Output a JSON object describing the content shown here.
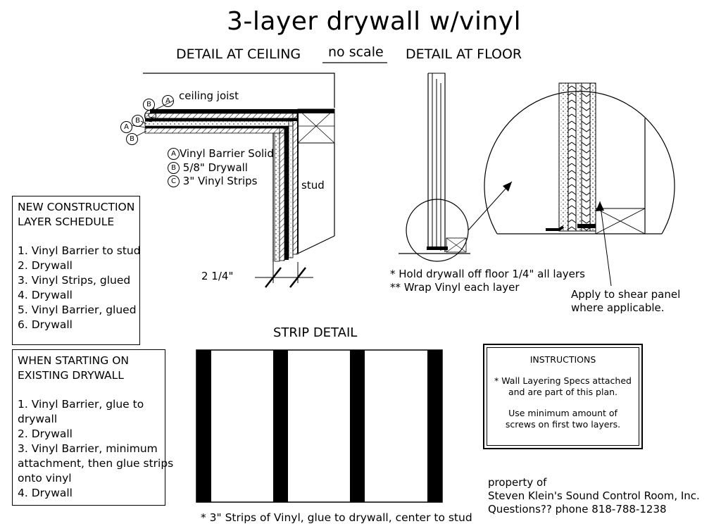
{
  "title": "3-layer drywall w/vinyl",
  "ceiling_heading": "DETAIL AT CEILING",
  "scale_note": "no scale",
  "floor_heading": "DETAIL AT FLOOR",
  "ceiling": {
    "joist_label": "ceiling joist",
    "stud_label": "stud",
    "dimension": "2 1/4\"",
    "markers": [
      "A",
      "B",
      "C",
      "A",
      "B",
      "B"
    ],
    "legend": [
      {
        "key": "A",
        "text": "Vinyl Barrier Solid"
      },
      {
        "key": "B",
        "text": "5/8\" Drywall"
      },
      {
        "key": "C",
        "text": "3\" Vinyl Strips"
      }
    ]
  },
  "floor": {
    "note1": "* Hold drywall off floor 1/4\" all layers",
    "note2": "** Wrap Vinyl each layer",
    "shear_note": [
      "Apply to shear panel",
      "where applicable."
    ]
  },
  "new_construction": {
    "heading": [
      "NEW CONSTRUCTION",
      "LAYER SCHEDULE"
    ],
    "items": [
      "1. Vinyl Barrier to stud",
      "2. Drywall",
      "3. Vinyl Strips, glued",
      "4. Drywall",
      "5. Vinyl Barrier, glued",
      "6. Drywall"
    ]
  },
  "existing": {
    "heading": [
      "WHEN STARTING ON",
      "EXISTING DRYWALL"
    ],
    "items": [
      "1. Vinyl Barrier, glue to",
      "drywall",
      "2. Drywall",
      "3. Vinyl Barrier, minimum",
      "attachment, then glue strips",
      "onto vinyl",
      "4. Drywall"
    ]
  },
  "strip": {
    "heading": "STRIP DETAIL",
    "note": "* 3\" Strips of Vinyl, glue to drywall, center to stud"
  },
  "instructions": {
    "heading": "INSTRUCTIONS",
    "lines": [
      "* Wall Layering Specs attached",
      "and are part of this plan.",
      "",
      "Use minimum amount of",
      "screws on first two layers."
    ]
  },
  "owner": {
    "lines": [
      "property of",
      "Steven Klein's Sound Control Room, Inc.",
      "Questions??  phone 818-788-1238"
    ]
  }
}
